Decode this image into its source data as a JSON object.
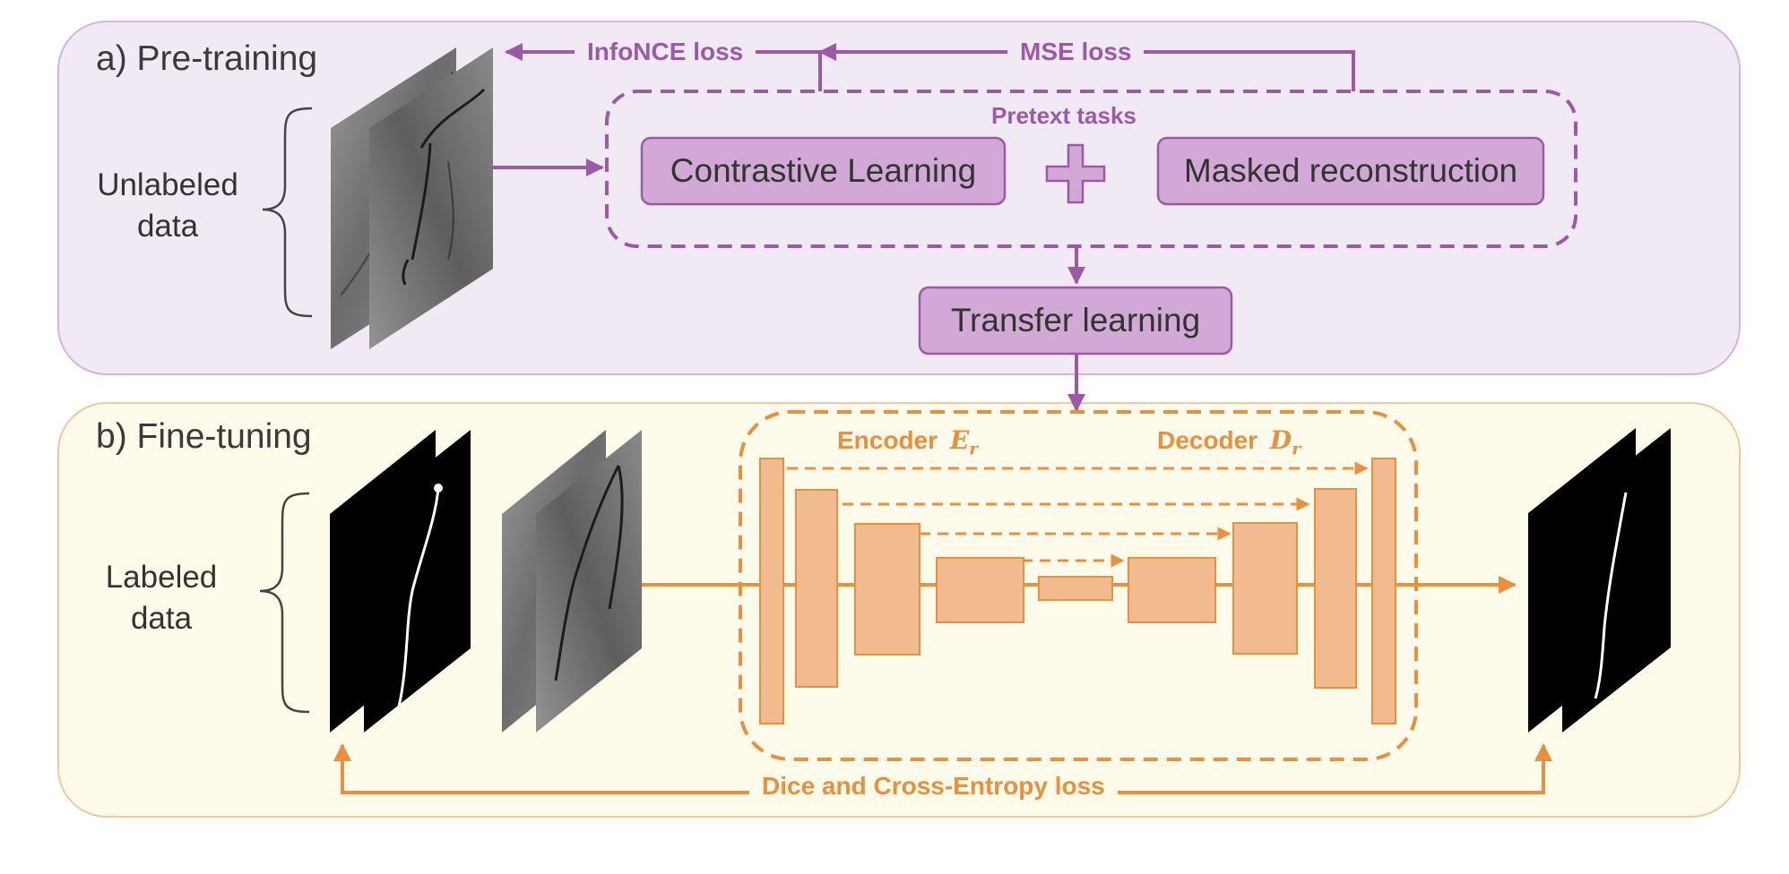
{
  "pretraining": {
    "title": "a) Pre-training",
    "data_label_line1": "Unlabeled",
    "data_label_line2": "data",
    "infonce_label": "InfoNCE loss",
    "mse_label": "MSE loss",
    "pretext_label": "Pretext tasks",
    "contrastive_label": "Contrastive Learning",
    "masked_label": "Masked reconstruction",
    "transfer_label": "Transfer learning"
  },
  "finetuning": {
    "title": "b) Fine-tuning",
    "data_label_line1": "Labeled",
    "data_label_line2": "data",
    "encoder_label": "Encoder",
    "encoder_symbol": "E",
    "encoder_sub": "r",
    "decoder_label": "Decoder",
    "decoder_symbol": "D",
    "decoder_sub": "r",
    "loss_label": "Dice and Cross-Entropy loss"
  },
  "colors": {
    "purple": "#9b59a8",
    "purple_fill": "#d2a9d6",
    "purple_panel": "#f1eaf5",
    "orange": "#e8903e",
    "orange_fill": "#f2bb8f",
    "orange_panel": "#fefbea"
  }
}
